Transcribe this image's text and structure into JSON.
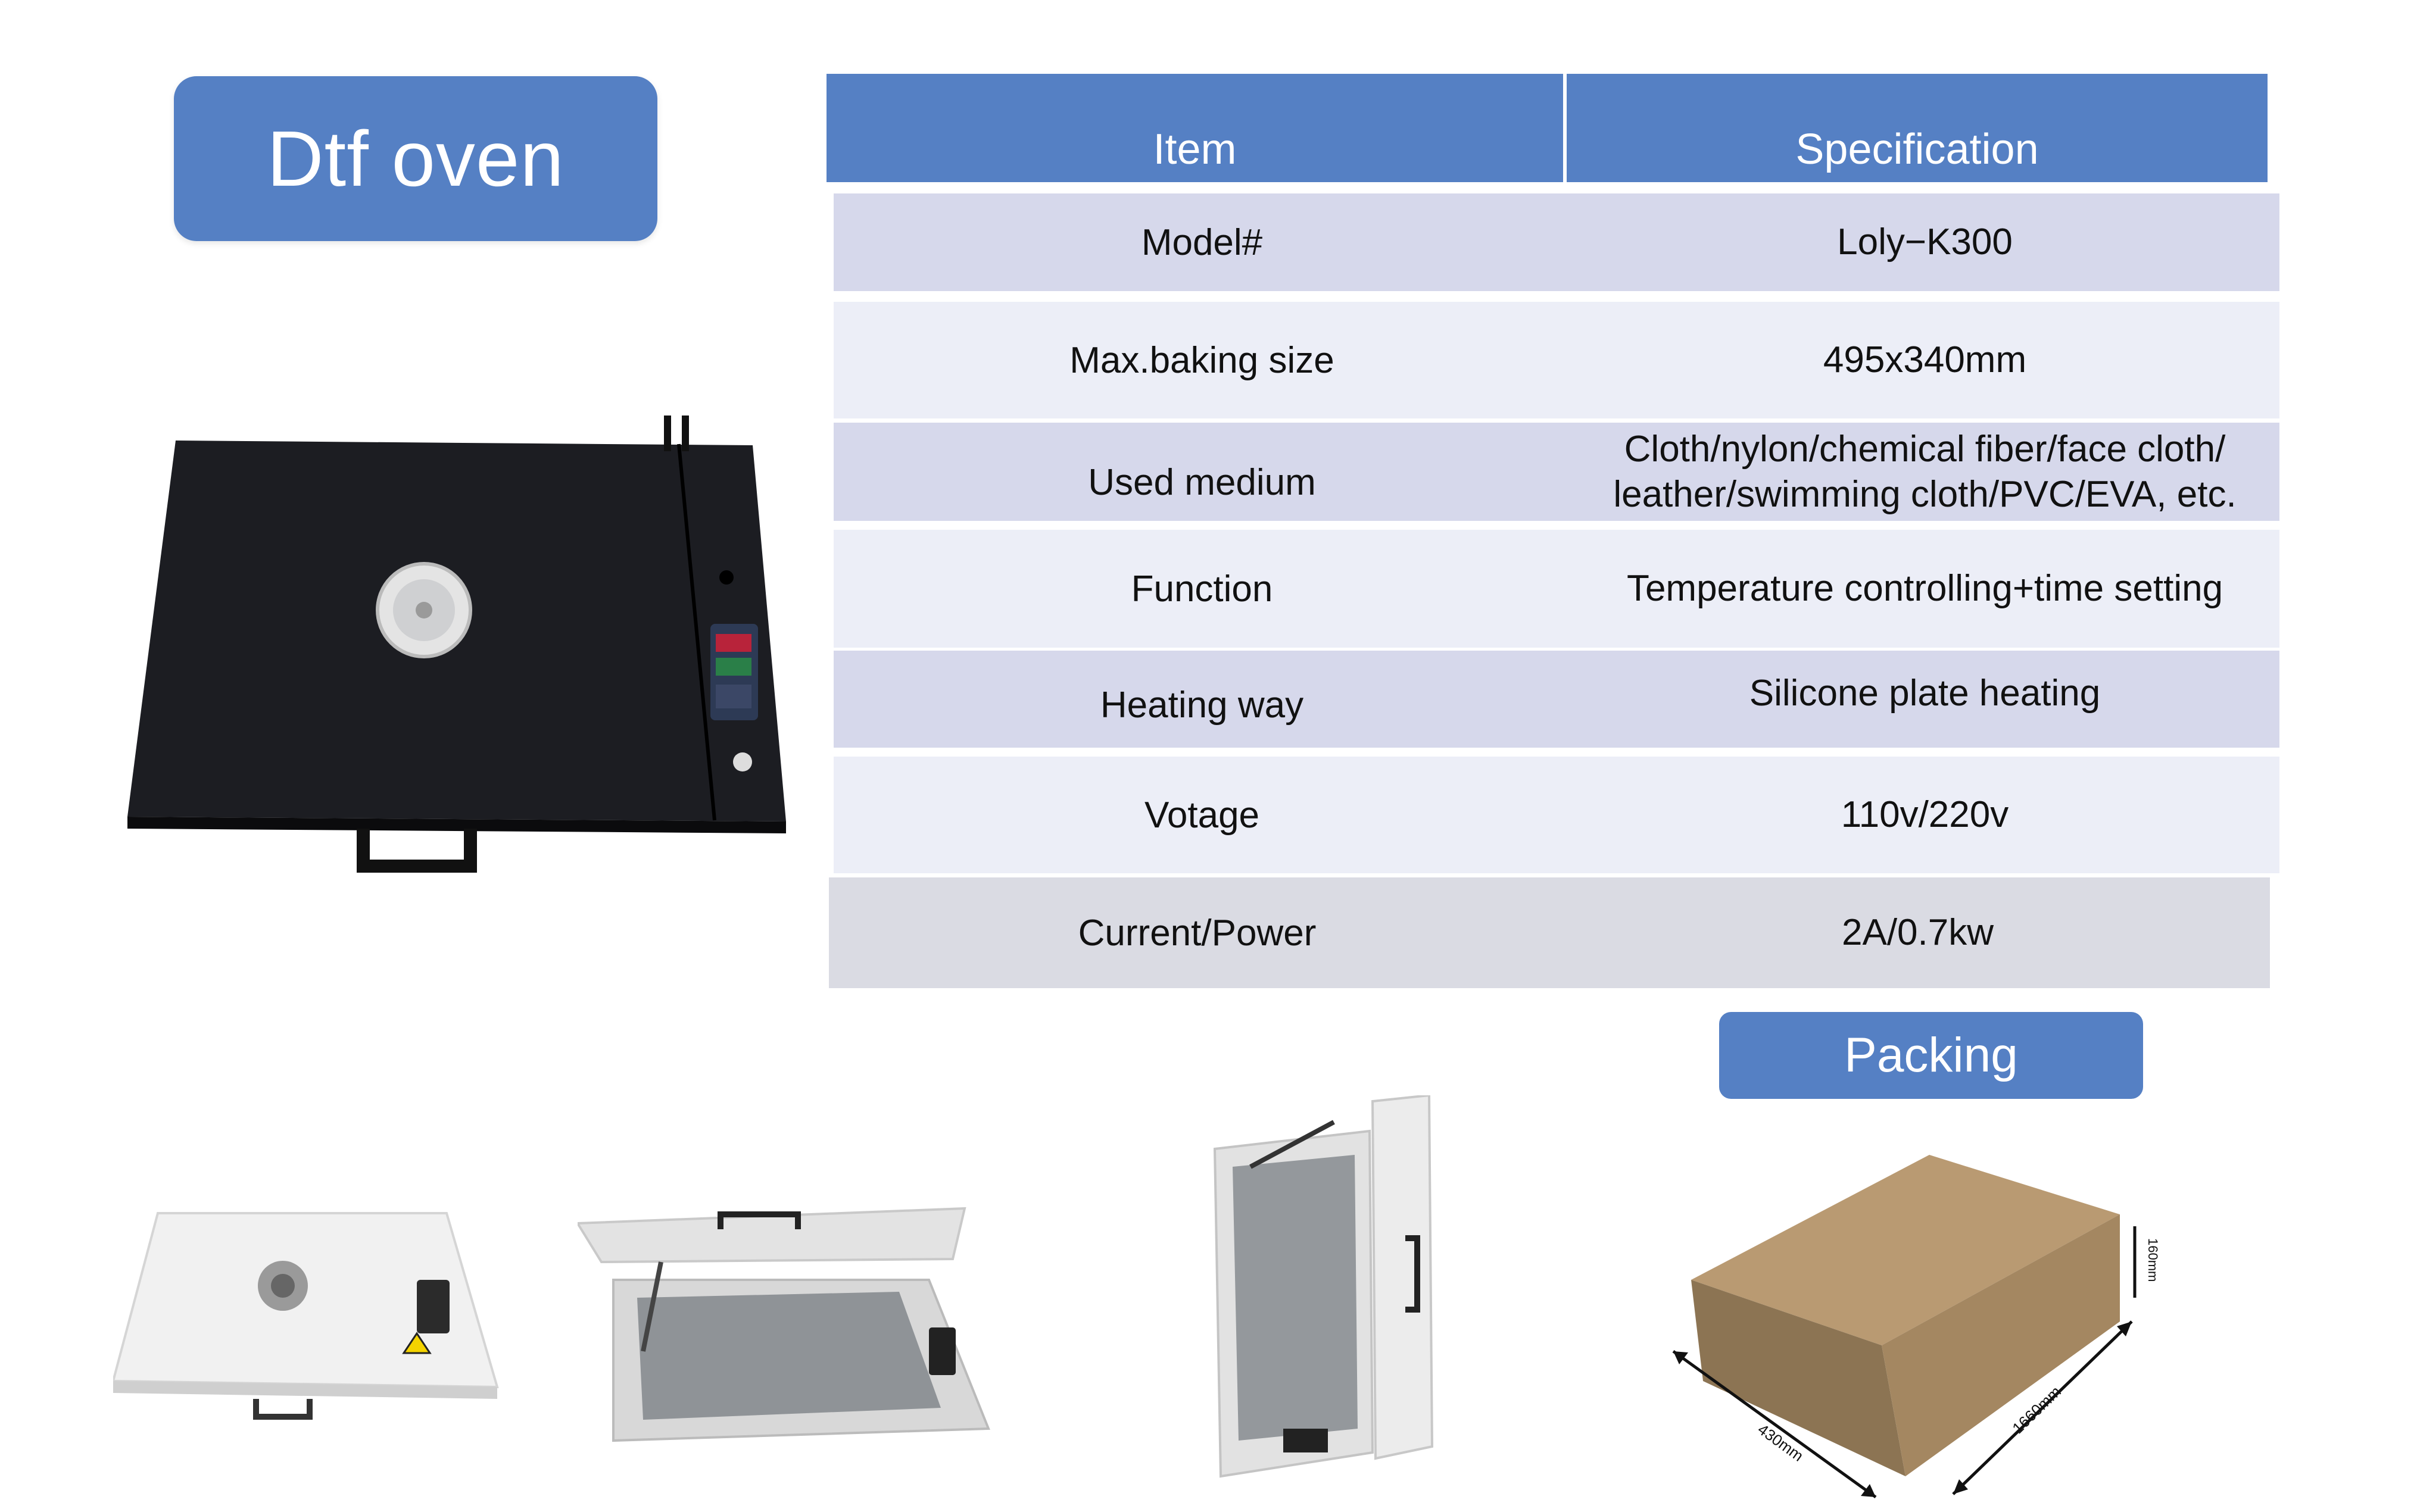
{
  "title": "Dtf oven",
  "table": {
    "headers": {
      "item": "Item",
      "spec": "Specification"
    },
    "rows": [
      {
        "item": "Model#",
        "spec": "Loly−K300"
      },
      {
        "item": "Max.baking size",
        "spec": "495x340mm"
      },
      {
        "item": "Used medium",
        "spec_line1": "Cloth/nylon/chemical fiber/face cloth/",
        "spec_line2": "leather/swimming cloth/PVC/EVA, etc."
      },
      {
        "item": "Function",
        "spec": "Temperature controlling+time setting"
      },
      {
        "item": "Heating way",
        "spec": "Silicone plate heating"
      },
      {
        "item": "Votage",
        "spec": "110v/220v"
      },
      {
        "item": "Current/Power",
        "spec": "2A/0.7kw"
      }
    ]
  },
  "packing": {
    "label": "Packing",
    "dim_depth": "430mm",
    "dim_width": "1660mm",
    "dim_height": "160mm"
  },
  "colors": {
    "accent": "#5580c4",
    "row_dark": "#d6d8eb",
    "row_light": "#eceef7",
    "box": "#a0845f"
  },
  "icons": [
    "vent-icon",
    "control-panel-icon",
    "handle-icon"
  ]
}
